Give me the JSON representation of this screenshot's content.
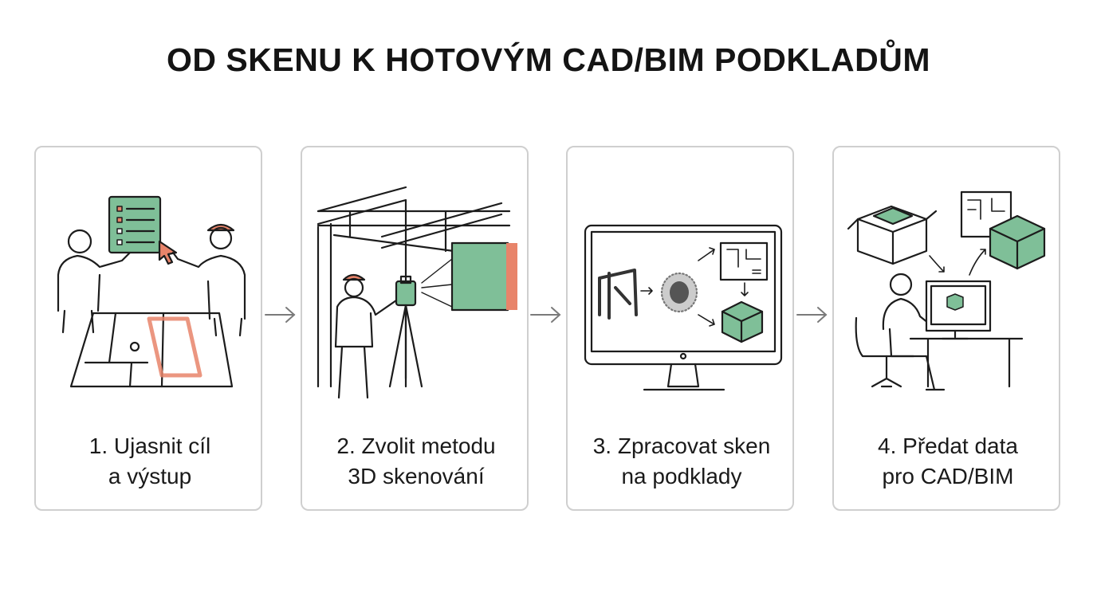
{
  "title": "OD SKENU K HOTOVÝM CAD/BIM PODKLADŮM",
  "colors": {
    "accent_green": "#7fbf98",
    "accent_orange": "#e8846a",
    "line": "#1c1c1c",
    "card_border": "#cfcfcf"
  },
  "steps": [
    {
      "line1": "1. Ujasnit cíl",
      "line2": "a výstup",
      "icons": [
        "checklist-icon",
        "people-icon",
        "floorplan-icon",
        "cursor-icon"
      ]
    },
    {
      "line1": "2. Zvolit metodu",
      "line2": "3D skenování",
      "icons": [
        "scanner-icon",
        "worker-icon",
        "building-icon"
      ]
    },
    {
      "line1": "3. Zpracovat sken",
      "line2": "na podklady",
      "icons": [
        "monitor-icon",
        "point-cloud-icon",
        "cube-icon"
      ]
    },
    {
      "line1": "4. Předat data",
      "line2": "pro CAD/BIM",
      "icons": [
        "box-icon",
        "designer-icon",
        "cube-icon"
      ]
    }
  ]
}
